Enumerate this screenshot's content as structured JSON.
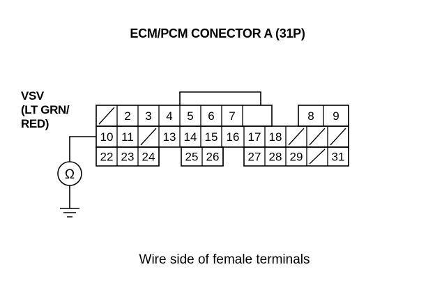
{
  "title": "ECM/PCM CONECTOR A (31P)",
  "label": {
    "line1": "VSV",
    "line2": "(LT GRN/",
    "line3": "RED)"
  },
  "caption": "Wire side of female terminals",
  "symbol": "Ω",
  "connector": {
    "rows": [
      [
        "",
        "2",
        "3",
        "4",
        "5",
        "6",
        "7",
        null,
        "8",
        "9"
      ],
      [
        "10",
        "11",
        "",
        "13",
        "14",
        "15",
        "16",
        "17",
        "18",
        "",
        "",
        ""
      ],
      [
        "22",
        "23",
        "24",
        null,
        "25",
        "26",
        null,
        "27",
        "28",
        "29",
        "",
        "31"
      ]
    ]
  }
}
